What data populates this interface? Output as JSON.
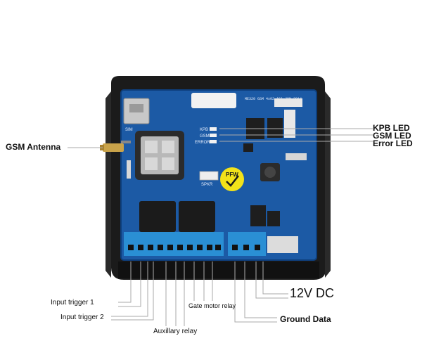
{
  "board": {
    "logo_text": "PFW",
    "sim_label": "SIM",
    "spkr_label": "SPKR",
    "indicator_labels": [
      "KPB",
      "GSM",
      "ERROR"
    ],
    "header_text": "ME320 GSM 4x02 (C) JUN 2014"
  },
  "callouts": {
    "kpb_led": "KPB LED",
    "gsm_led": "GSM LED",
    "error_led": "Error LED",
    "gsm_antenna": "GSM Antenna",
    "input_trigger_1": "Input trigger 1",
    "input_trigger_2": "Input trigger 2",
    "auxiliary_relay": "Auxillary relay",
    "gate_motor_relay": "Gate motor relay",
    "dc_12v": "12V DC",
    "ground_data": "Ground Data"
  },
  "colors": {
    "pcb": "#1c5aa5",
    "enclosure": "#1a1a1a",
    "terminal": "#2a8fd4",
    "logo": "#f2e21a"
  }
}
